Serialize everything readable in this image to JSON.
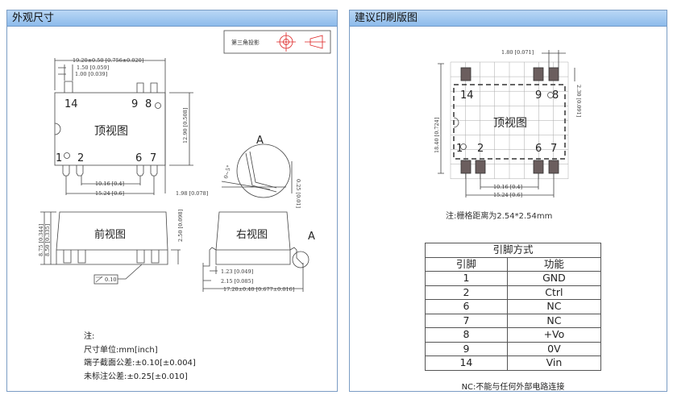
{
  "left_panel": {
    "title": "外观尺寸",
    "projection_label": "第三角投影",
    "top_view": {
      "label": "顶视图",
      "pins": [
        "14",
        "9",
        "8",
        "1",
        "2",
        "6",
        "7"
      ],
      "dims": {
        "length": "19.20±0.50 [0.756±0.020]",
        "pitch_w": "1.50 [0.059]",
        "pin_w": "1.00 [0.039]",
        "height": "12.90 [0.508]",
        "span1": "10.16 [0.4]",
        "span2": "15.24 [0.6]",
        "offset": "1.98 [0.078]"
      }
    },
    "detail_a": {
      "label": "A",
      "angle": "0~5°",
      "thickness": "0.25 [0.01]"
    },
    "front_view": {
      "label": "前视图",
      "dims": {
        "h1": "8.75 [0.344]",
        "h2": "8.50 [0.335]",
        "standoff": "2.50 [0.098]",
        "flatness": "0.10"
      }
    },
    "right_view": {
      "label": "右视图",
      "detail_ref": "A",
      "dims": {
        "d1": "1.23 [0.049]",
        "d2": "2.15 [0.085]",
        "width": "17.20±0.40 [0.677±0.016]"
      }
    },
    "notes": [
      "注:",
      "尺寸单位:mm[inch]",
      "端子截面公差:±0.10[±0.004]",
      "未标注公差:±0.25[±0.010]"
    ]
  },
  "right_panel": {
    "title": "建议印刷版图",
    "layout_label": "顶视图",
    "pins": [
      "14",
      "9",
      "8",
      "1",
      "2",
      "6",
      "7"
    ],
    "dims": {
      "pad": "1.80 [0.071]",
      "pad_h": "2.30 [0.091]",
      "height": "18.40 [0.724]",
      "span1": "10.16 [0.4]",
      "span2": "15.24 [0.6]"
    },
    "grid_note": "注:栅格距离为2.54*2.54mm",
    "table": {
      "title": "引脚方式",
      "headers": [
        "引脚",
        "功能"
      ],
      "rows": [
        [
          "1",
          "GND"
        ],
        [
          "2",
          "Ctrl"
        ],
        [
          "6",
          "NC"
        ],
        [
          "7",
          "NC"
        ],
        [
          "8",
          "+Vo"
        ],
        [
          "9",
          "0V"
        ],
        [
          "14",
          "Vin"
        ]
      ]
    },
    "nc_note": "NC:不能与任何外部电路连接"
  }
}
